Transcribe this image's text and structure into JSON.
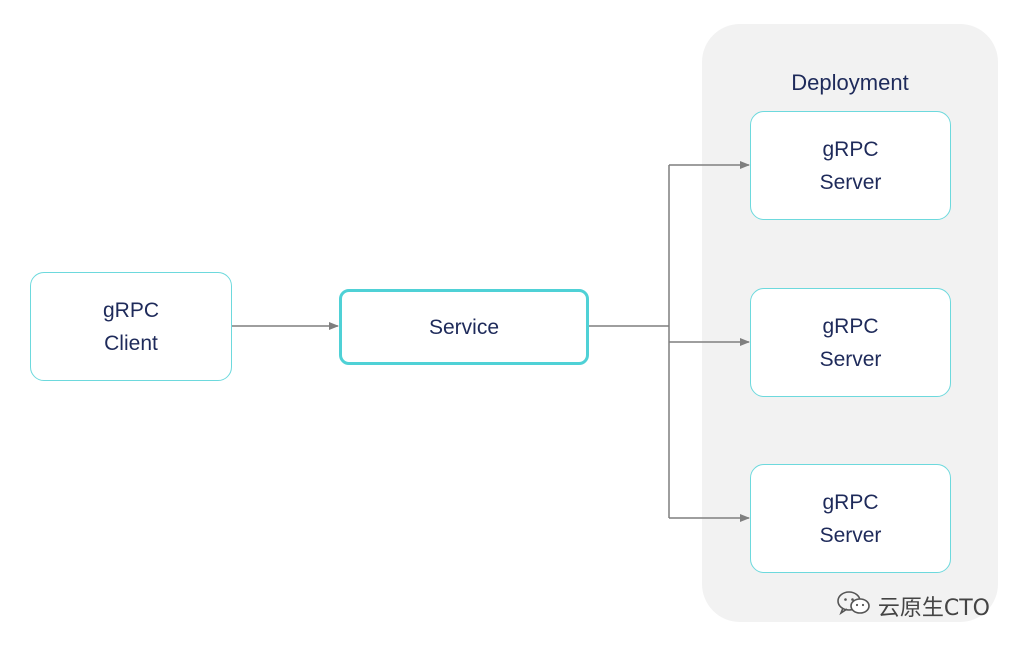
{
  "diagram": {
    "client": {
      "line1": "gRPC",
      "line2": "Client"
    },
    "service": {
      "label": "Service"
    },
    "deployment": {
      "title": "Deployment",
      "servers": [
        {
          "line1": "gRPC",
          "line2": "Server"
        },
        {
          "line1": "gRPC",
          "line2": "Server"
        },
        {
          "line1": "gRPC",
          "line2": "Server"
        }
      ]
    }
  },
  "watermark": {
    "icon": "wechat-icon",
    "text": "云原生CTO"
  },
  "colors": {
    "node_border": "#6dd9dd",
    "service_border": "#4fd1d6",
    "text": "#1e2a5a",
    "group_bg": "#f2f2f2",
    "connector": "#7f7f7f"
  }
}
